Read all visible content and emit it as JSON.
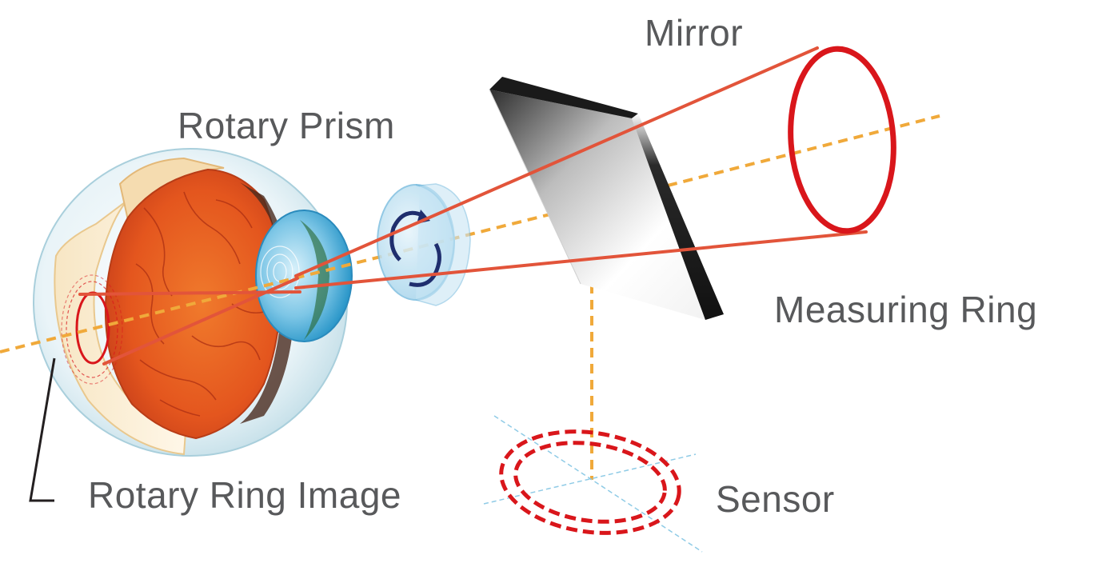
{
  "labels": {
    "mirror": "Mirror",
    "rotary_prism": "Rotary Prism",
    "measuring_ring": "Measuring Ring",
    "rotary_ring_image": "Rotary Ring Image",
    "sensor": "Sensor"
  },
  "colors": {
    "beam": "#e2543a",
    "ring": "#d9161b",
    "axis": "#f0a93a",
    "sensor_guide": "#8fcbe6",
    "label_text": "#58595b",
    "mirror_edge": "#1a1a1a",
    "retina": "#e8551f",
    "lens": "#3ba7d6"
  },
  "icons": {
    "prism_rotation": "rotation-arrow-icon"
  }
}
